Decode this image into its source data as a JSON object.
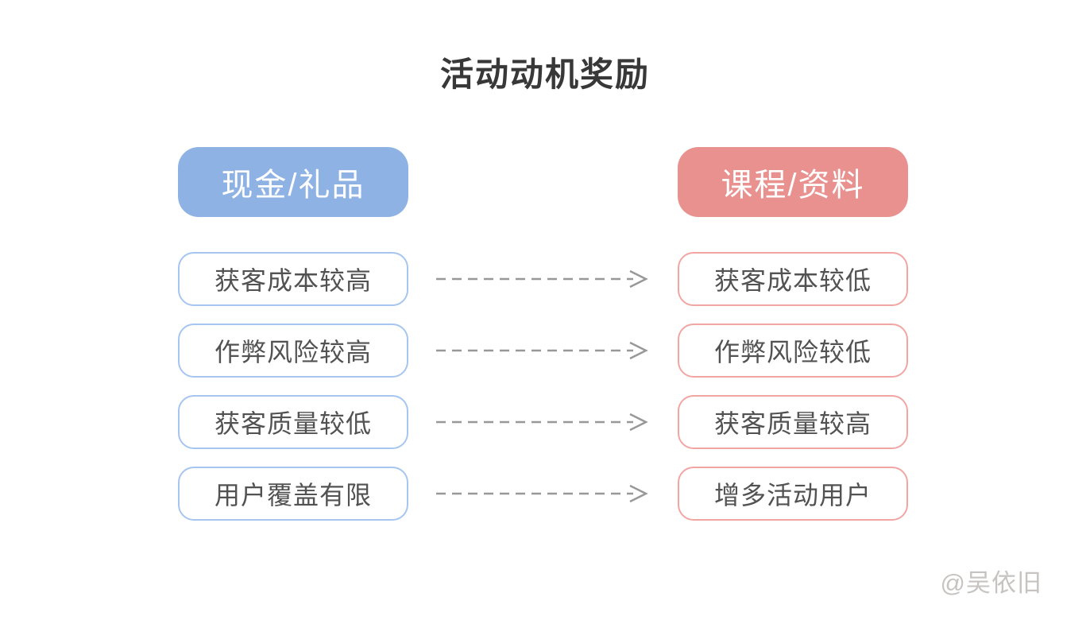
{
  "title": "活动动机奖励",
  "diagram": {
    "left_column": {
      "header": "现金/礼品"
    },
    "right_column": {
      "header": "课程/资料"
    },
    "rows": [
      {
        "left": "获客成本较高",
        "right": "获客成本较低"
      },
      {
        "left": "作弊风险较高",
        "right": "作弊风险较低"
      },
      {
        "left": "获客质量较低",
        "right": "获客质量较高"
      },
      {
        "left": "用户覆盖有限",
        "right": "增多活动用户"
      }
    ]
  },
  "watermark": "@吴依旧",
  "colors": {
    "blue_fill": "#8FB2E5",
    "pink_fill": "#E8918F",
    "blue_border": "#A6C5EF",
    "pink_border": "#F2A6A4",
    "header_text": "#FFFFFF",
    "title_text": "#383838",
    "item_text": "#525252",
    "arrow": "#989898",
    "watermark": "#C6C3C0"
  }
}
